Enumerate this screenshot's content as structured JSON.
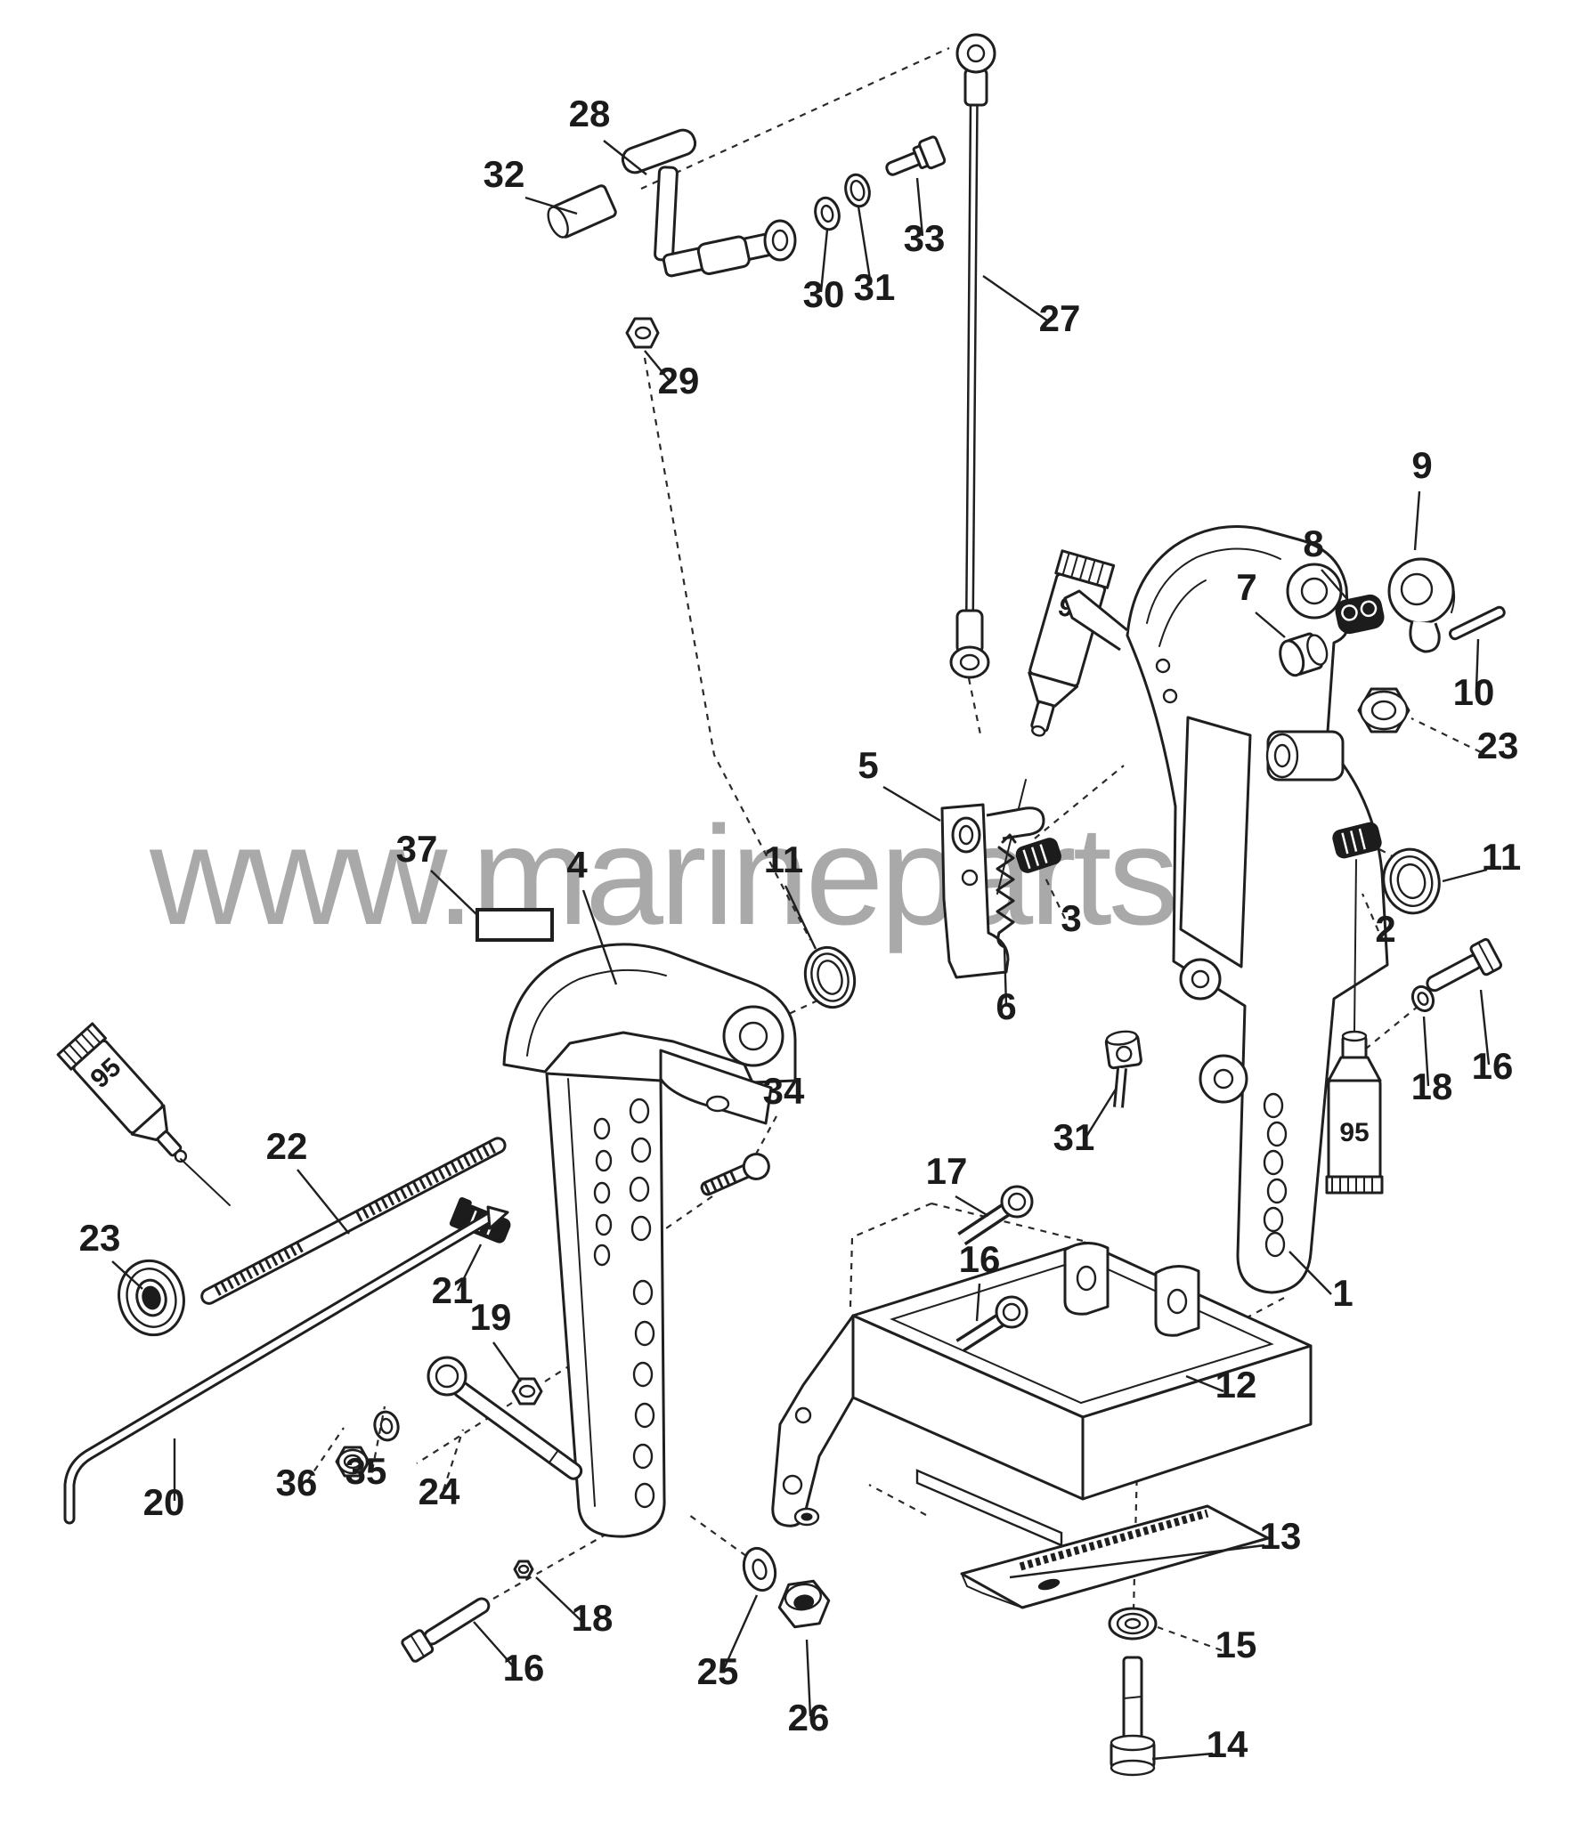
{
  "watermark": "www.marineparts.eu",
  "lubricant_code": "95",
  "parts": {
    "n1": "1",
    "n2": "2",
    "n3": "3",
    "n4": "4",
    "n5": "5",
    "n6": "6",
    "n7": "7",
    "n8": "8",
    "n9": "9",
    "n10": "10",
    "n11": "11",
    "n12": "12",
    "n13": "13",
    "n14": "14",
    "n15": "15",
    "n16": "16",
    "n17": "17",
    "n18": "18",
    "n19": "19",
    "n20": "20",
    "n21": "21",
    "n22": "22",
    "n23": "23",
    "n24": "24",
    "n25": "25",
    "n26": "26",
    "n27": "27",
    "n28": "28",
    "n29": "29",
    "n30": "30",
    "n31": "31",
    "n32": "32",
    "n33": "33",
    "n34": "34",
    "n35": "35",
    "n36": "36",
    "n37": "37"
  },
  "colors": {
    "line": "#1f1f1f",
    "dark_part": "#1c1c1c",
    "watermark": "#a9a9a9",
    "paper": "#ffffff"
  }
}
